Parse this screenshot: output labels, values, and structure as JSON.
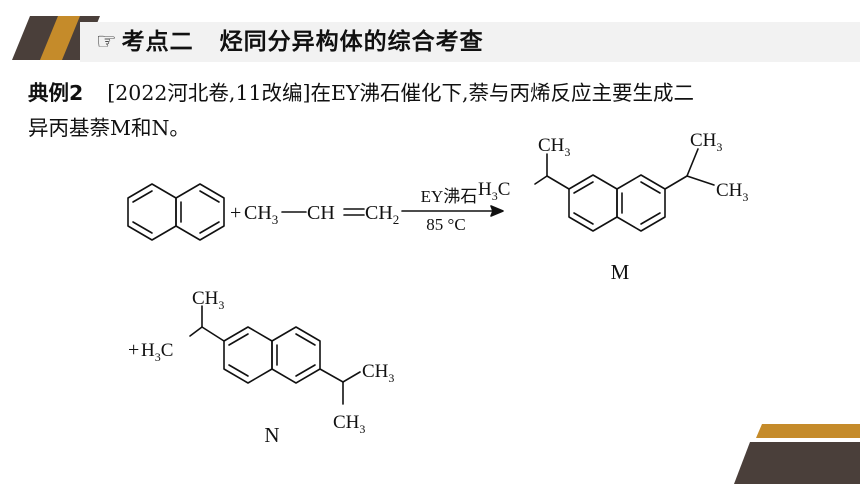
{
  "section": {
    "icon": "☞",
    "number": "考点二",
    "title": "烃同分异构体的综合考查"
  },
  "problem": {
    "label": "典例2",
    "source": "[2022河北卷,11改编]",
    "text_line1": "在EY沸石催化下,萘与丙烯反应主要生成二",
    "text_line2": "异丙基萘M和N。"
  },
  "reaction": {
    "plus": "+",
    "propene": {
      "ch3": "CH",
      "three": "3",
      "ch": "CH",
      "ch2": "CH",
      "two": "2"
    },
    "conditions": {
      "catalyst": "EY沸石",
      "temperature": "85 °C"
    },
    "ch3_main": "CH",
    "three": "3",
    "h3c_h": "H",
    "h3c_c": "C",
    "product_m": "M",
    "product_n": "N"
  },
  "colors": {
    "accent": "#c58b2a",
    "dark": "#4a3f3a",
    "title_bg": "#f2f2f2"
  }
}
